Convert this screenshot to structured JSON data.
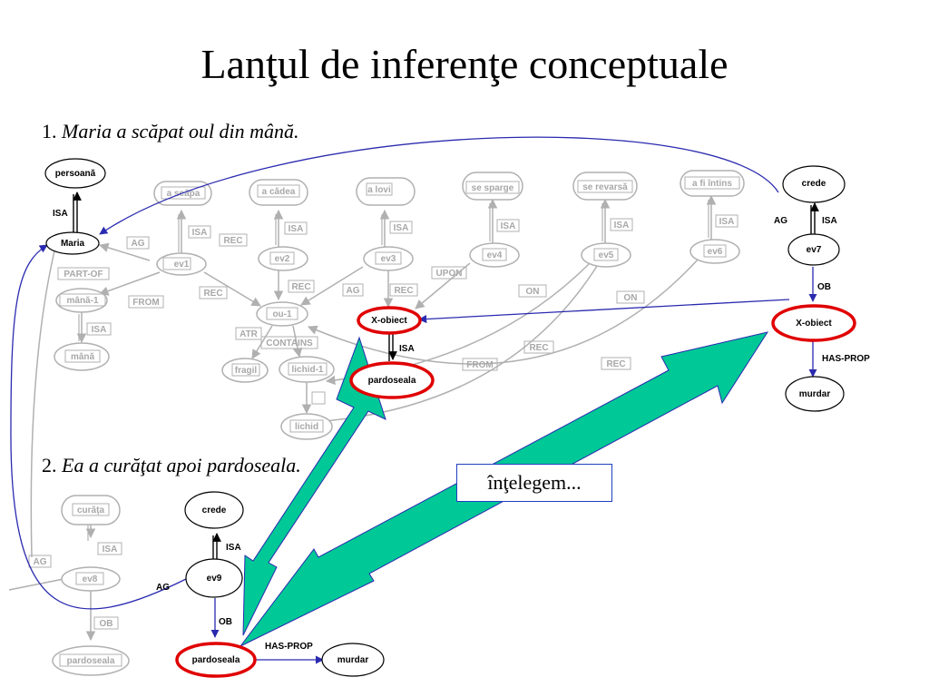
{
  "title": "Lanţul de inferenţe conceptuale",
  "sentence1": {
    "number": "1. ",
    "text": "Maria a scăpat oul din mână."
  },
  "sentence2": {
    "number": "2. ",
    "text": "Ea a curăţat apoi pardoseala."
  },
  "callout": "înţelegem...",
  "colors": {
    "highlight": "#e00000",
    "blue_edge": "#2a2ab0",
    "gray": "#a8a8a8",
    "arrow_fill": "#00c896"
  },
  "nodes": {
    "persoana": "persoană",
    "maria": "Maria",
    "mana1": "mână-1",
    "mana": "mână",
    "a_scapa": "a scăpa",
    "ev1": "ev1",
    "a_cadea": "a cădea",
    "ev2": "ev2",
    "a_lovi": "a lovi",
    "ev3": "ev3",
    "se_sparge": "se sparge",
    "ev4": "ev4",
    "se_revarsa": "se revarsă",
    "ev5": "ev5",
    "a_fi_intins": "a fi întins",
    "ev6": "ev6",
    "ou1": "ou-1",
    "fragil": "fragil",
    "lichid1": "lichid-1",
    "lichid": "lichid",
    "x_obiect1": "X-obiect",
    "pardoseala1": "pardoseala",
    "crede7": "crede",
    "ev7": "ev7",
    "x_obiect2": "X-obiect",
    "murdar7": "murdar",
    "curata": "curăţa",
    "ev8": "ev8",
    "pardoseala8": "pardoseala",
    "crede9": "crede",
    "ev9": "ev9",
    "pardoseala9": "pardoseala",
    "murdar9": "murdar"
  },
  "edges": {
    "isa": "ISA",
    "ag": "AG",
    "rec": "REC",
    "from": "FROM",
    "part_of": "PART-OF",
    "atr": "ATR",
    "contains": "CONTAINS",
    "upon": "UPON",
    "on": "ON",
    "ob": "OB",
    "has_prop": "HAS-PROP"
  }
}
